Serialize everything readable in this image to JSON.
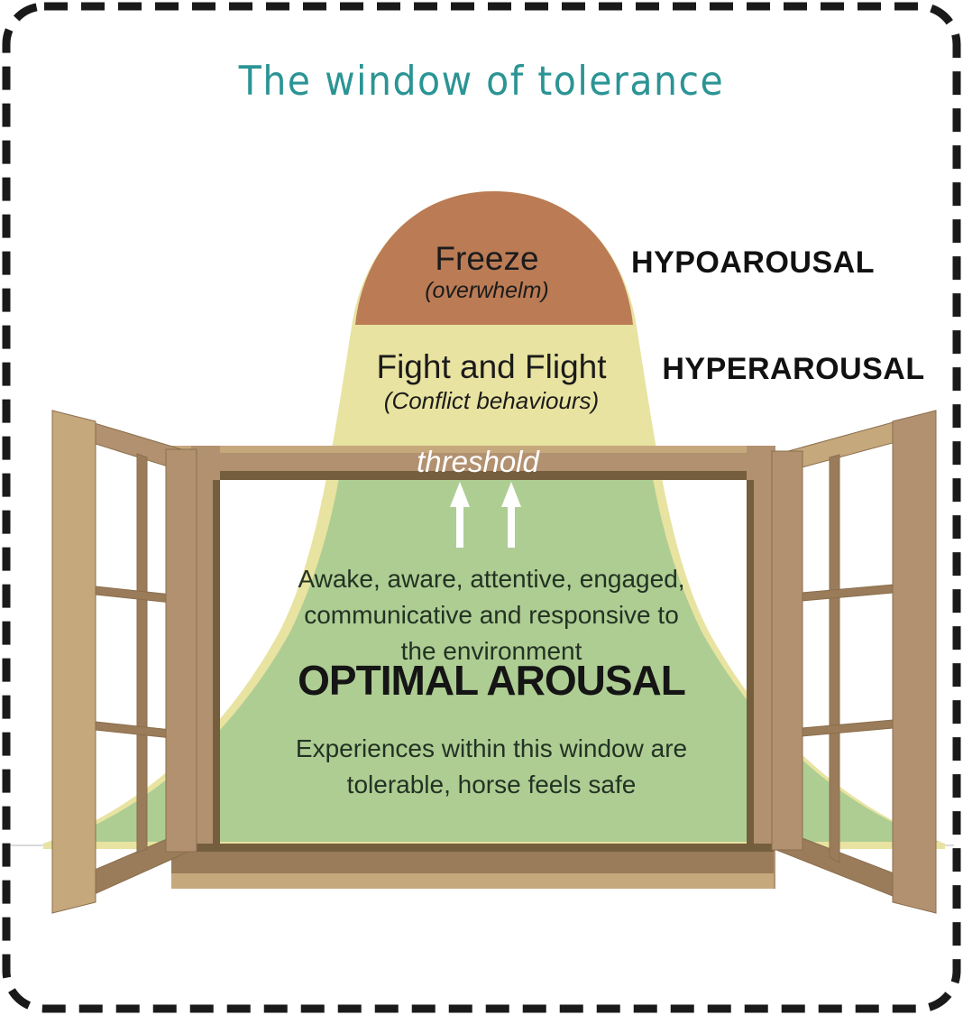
{
  "title": "The window of tolerance",
  "colors": {
    "teal": "#2b9494",
    "brown": "#ba7b55",
    "yellow": "#e8e3a0",
    "green": "#aecd93",
    "woodLight": "#c6a87d",
    "woodMid": "#b29170",
    "woodDark": "#9a7c5a",
    "woodLip": "#745e3e",
    "arrowWhite": "#ffffff",
    "borderBlack": "#1a1a1a",
    "horizon": "#d9d9d9",
    "textDark": "#1b1b1b",
    "textHeading": "#111111",
    "textGreenDark": "#233223",
    "thresholdWhite": "#ffffff"
  },
  "zones": {
    "hypoarousal": {
      "label": "HYPOAROUSAL",
      "state": "Freeze",
      "sub": "(overwhelm)"
    },
    "hyperarousal": {
      "label": "HYPERAROUSAL",
      "state": "Fight and Flight",
      "sub": "(Conflict behaviours)"
    },
    "threshold_label": "threshold",
    "optimal": {
      "label": "OPTIMAL AROUSAL",
      "desc_lines": [
        "Awake, aware, attentive, engaged,",
        "communicative and responsive to",
        "the environment"
      ],
      "note_lines": [
        "Experiences within this window are",
        "tolerable, horse feels safe"
      ]
    }
  }
}
